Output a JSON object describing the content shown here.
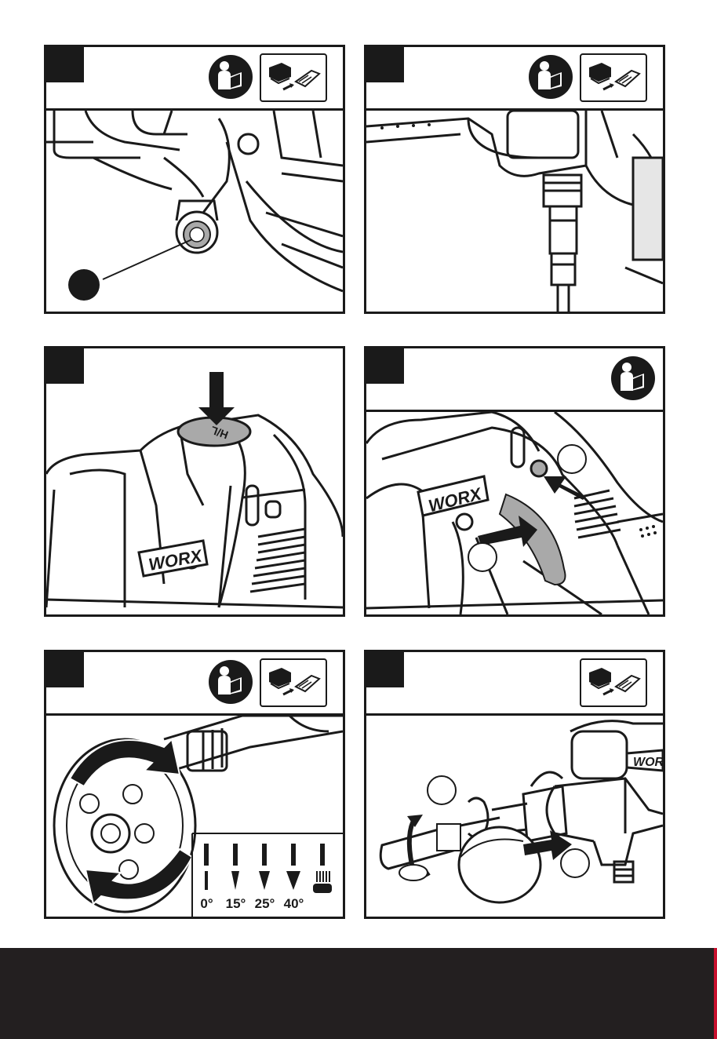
{
  "page": {
    "background": "#ffffff",
    "ink": "#1a1a1a",
    "footer_color": "#231f20",
    "accent_edge": "#c8102e"
  },
  "icons": {
    "manual": "read-manual-icon",
    "battery": "battery-insert-icon"
  },
  "panels": [
    {
      "id": "panel-1",
      "icons": [
        "read-manual-icon",
        "battery-insert-icon"
      ]
    },
    {
      "id": "panel-2",
      "icons": [
        "read-manual-icon",
        "battery-insert-icon"
      ]
    },
    {
      "id": "panel-3",
      "button_label": "H/L",
      "brand": "WORX"
    },
    {
      "id": "panel-4",
      "icons": [
        "read-manual-icon"
      ],
      "brand": "WORX"
    },
    {
      "id": "panel-5",
      "icons": [
        "read-manual-icon",
        "battery-insert-icon"
      ],
      "angles": [
        "0°",
        "15°",
        "25°",
        "40°"
      ]
    },
    {
      "id": "panel-6",
      "icons": [
        "battery-insert-icon"
      ],
      "brand": "WORX"
    }
  ]
}
